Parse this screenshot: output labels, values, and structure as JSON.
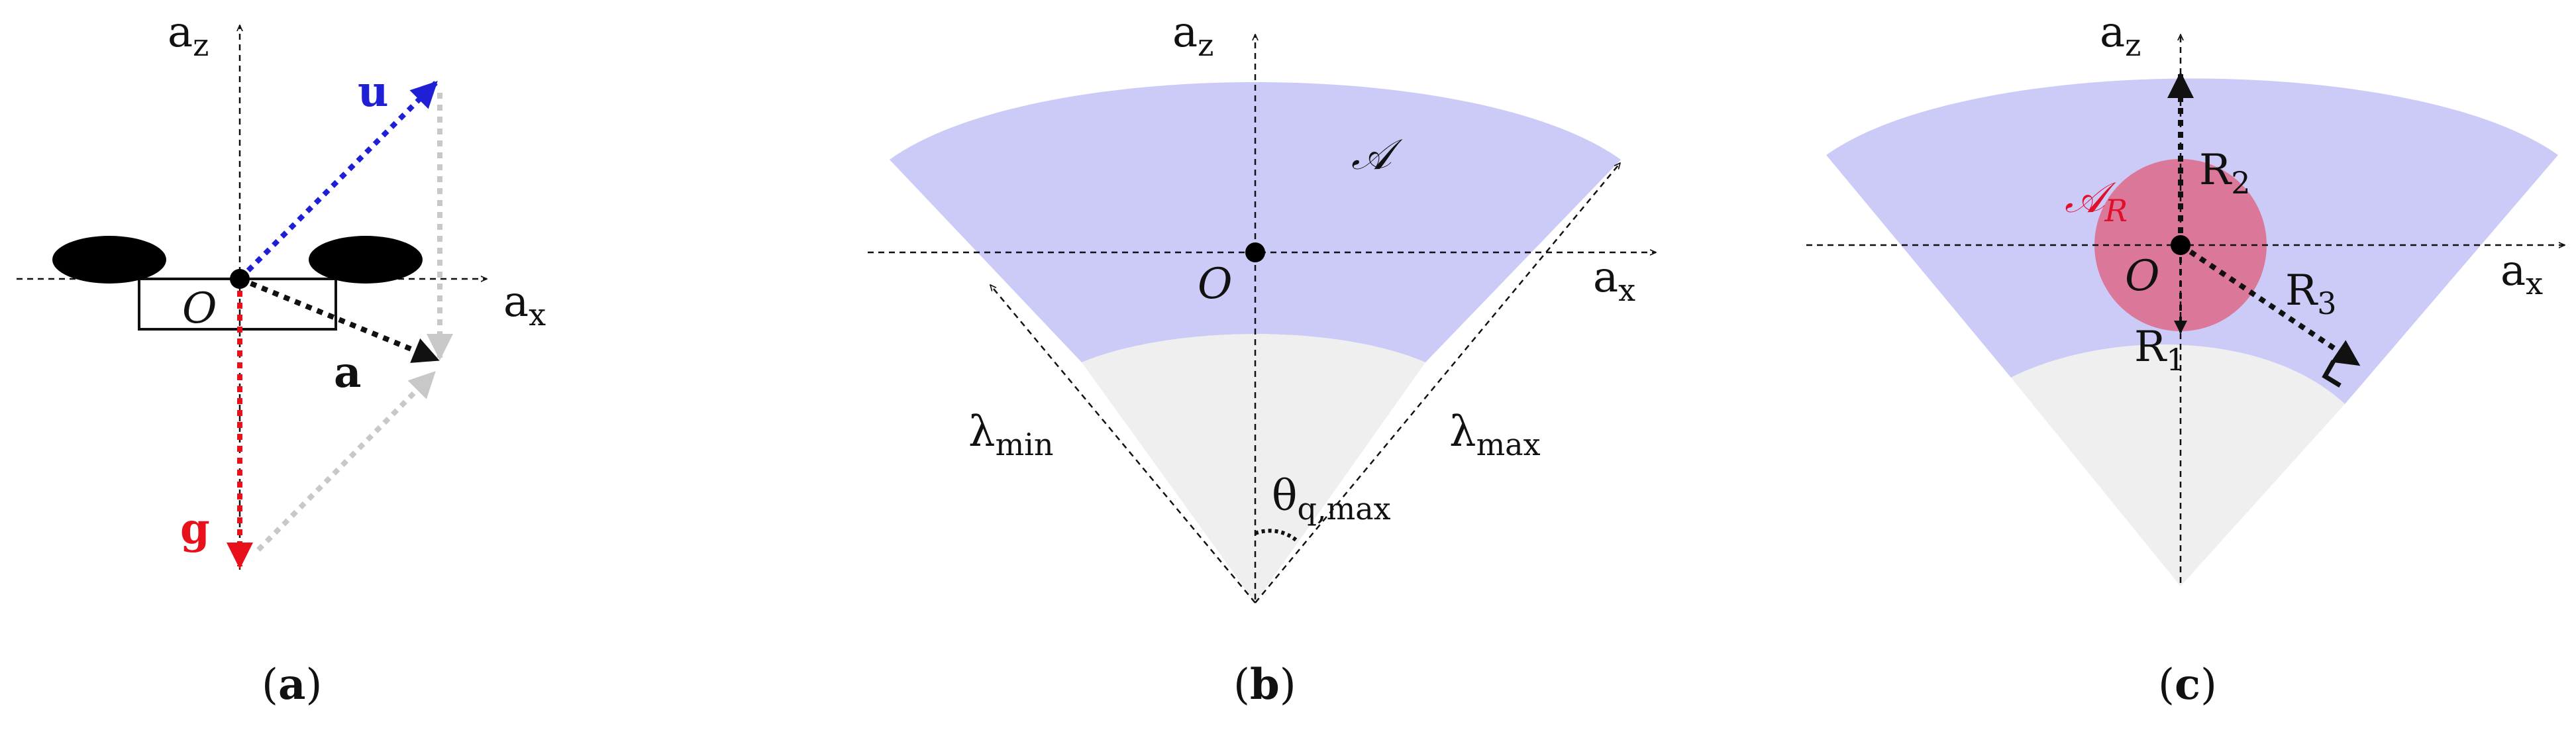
{
  "colors": {
    "blue_region": "#cccbf8",
    "gray_region": "#efefef",
    "u_vector": "#1f1fd6",
    "g_vector": "#e8111b",
    "a_vector": "#111111",
    "projection": "#c8c8c8",
    "red_disk": "#dd6f8e",
    "red_label": "#e0102a"
  },
  "panel_a": {
    "axis_z": {
      "base": "a",
      "sub": "z"
    },
    "axis_x": {
      "base": "a",
      "sub": "x"
    },
    "origin": "O",
    "vec_u": "u",
    "vec_a": "a",
    "vec_g": "g",
    "caption": {
      "open": "(",
      "letter": "a",
      "close": ")"
    }
  },
  "panel_b": {
    "axis_z": {
      "base": "a",
      "sub": "z"
    },
    "axis_x": {
      "base": "a",
      "sub": "x"
    },
    "origin": "O",
    "set_label": "𝒜",
    "lambda_min": {
      "base": "λ",
      "sub": "min"
    },
    "lambda_max": {
      "base": "λ",
      "sub": "max"
    },
    "theta": {
      "base": "θ",
      "sub": "q,max"
    },
    "caption": {
      "open": "(",
      "letter": "b",
      "close": ")"
    }
  },
  "panel_c": {
    "axis_z": {
      "base": "a",
      "sub": "z"
    },
    "axis_x": {
      "base": "a",
      "sub": "x"
    },
    "origin": "O",
    "set_label": {
      "base": "𝒜",
      "sub": "R"
    },
    "r1": {
      "base": "R",
      "sub": "1"
    },
    "r2": {
      "base": "R",
      "sub": "2"
    },
    "r3": {
      "base": "R",
      "sub": "3"
    },
    "caption": {
      "open": "(",
      "letter": "c",
      "close": ")"
    }
  }
}
